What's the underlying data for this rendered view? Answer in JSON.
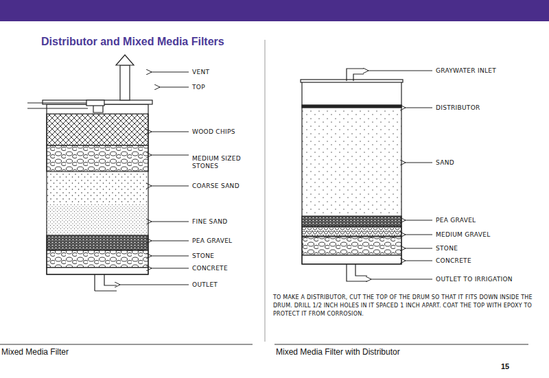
{
  "diagram": {
    "title": "Distributor and Mixed Media Filters",
    "labels": [
      "VENT",
      "TOP",
      "WOOD CHIPS",
      "MEDIUM SIZED STONES",
      "COARSE SAND",
      "FINE SAND",
      "PEA GRAVEL",
      "STONE",
      "CONCRETE",
      "OUTLET",
      "GRAYWATER INLET",
      "DISTRIBUTOR",
      "SAND",
      "PEA GRAVEL",
      "MEDIUM GRAVEL",
      "STONE",
      "CONCRETE",
      "OUTLET TO IRRIGATION",
      "TO MAKE A DISTRIBUTOR, CUT THE TOP OF THE DRUM SO THAT IT FITS DOWN INSIDE THE DRUM. DRILL 1/2 INCH HOLES IN IT SPACED 1 INCH APART. COAT THE TOP WITH EPOXY TO PROTECT IT FROM CORROSION.",
      "Mixed Media Filter",
      "Mixed Media Filter with Distributor",
      "15"
    ]
  }
}
